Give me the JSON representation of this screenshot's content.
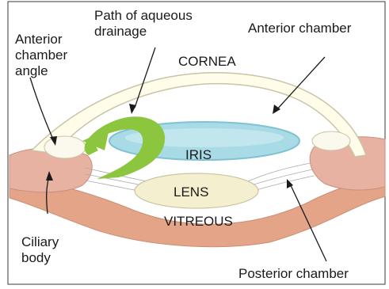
{
  "labels": {
    "path_of_aqueous_drainage": "Path of aqueous\ndrainage",
    "anterior_chamber": "Anterior chamber",
    "anterior_chamber_angle": "Anterior\nchamber\nangle",
    "cornea": "CORNEA",
    "iris": "IRIS",
    "lens": "LENS",
    "vitreous": "VITREOUS",
    "ciliary_body": "Ciliary\nbody",
    "posterior_chamber": "Posterior chamber"
  },
  "colors": {
    "frame": "#3a3a3a",
    "cornea_fill": "#fffde9",
    "cornea_stroke": "#c9c3a8",
    "iris_fill": "#a9dbe6",
    "iris_stroke": "#7fc3d3",
    "lens_fill": "#f4f0cf",
    "vitreous_fill": "#e3a487",
    "ciliary_fill": "#e8b2a3",
    "arrow_green": "#8cc63f"
  }
}
